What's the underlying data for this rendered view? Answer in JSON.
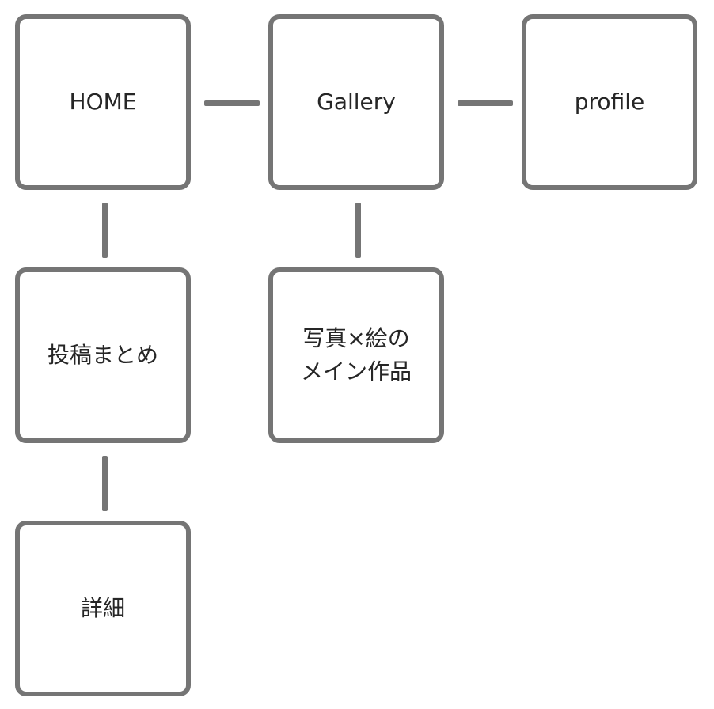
{
  "diagram": {
    "stroke_color": "#757575",
    "text_color": "#262626",
    "nodes": {
      "home": {
        "label": "HOME"
      },
      "gallery": {
        "label": "Gallery"
      },
      "profile": {
        "label": "profile"
      },
      "posts_summary": {
        "label": "投稿まとめ"
      },
      "gallery_main": {
        "line1": "写真×絵の",
        "line2": "メイン作品"
      },
      "details": {
        "label": "詳細"
      }
    },
    "edges": [
      {
        "from": "HOME",
        "to": "Gallery"
      },
      {
        "from": "Gallery",
        "to": "profile"
      },
      {
        "from": "HOME",
        "to": "投稿まとめ"
      },
      {
        "from": "Gallery",
        "to": "写真×絵のメイン作品"
      },
      {
        "from": "投稿まとめ",
        "to": "詳細"
      }
    ]
  }
}
